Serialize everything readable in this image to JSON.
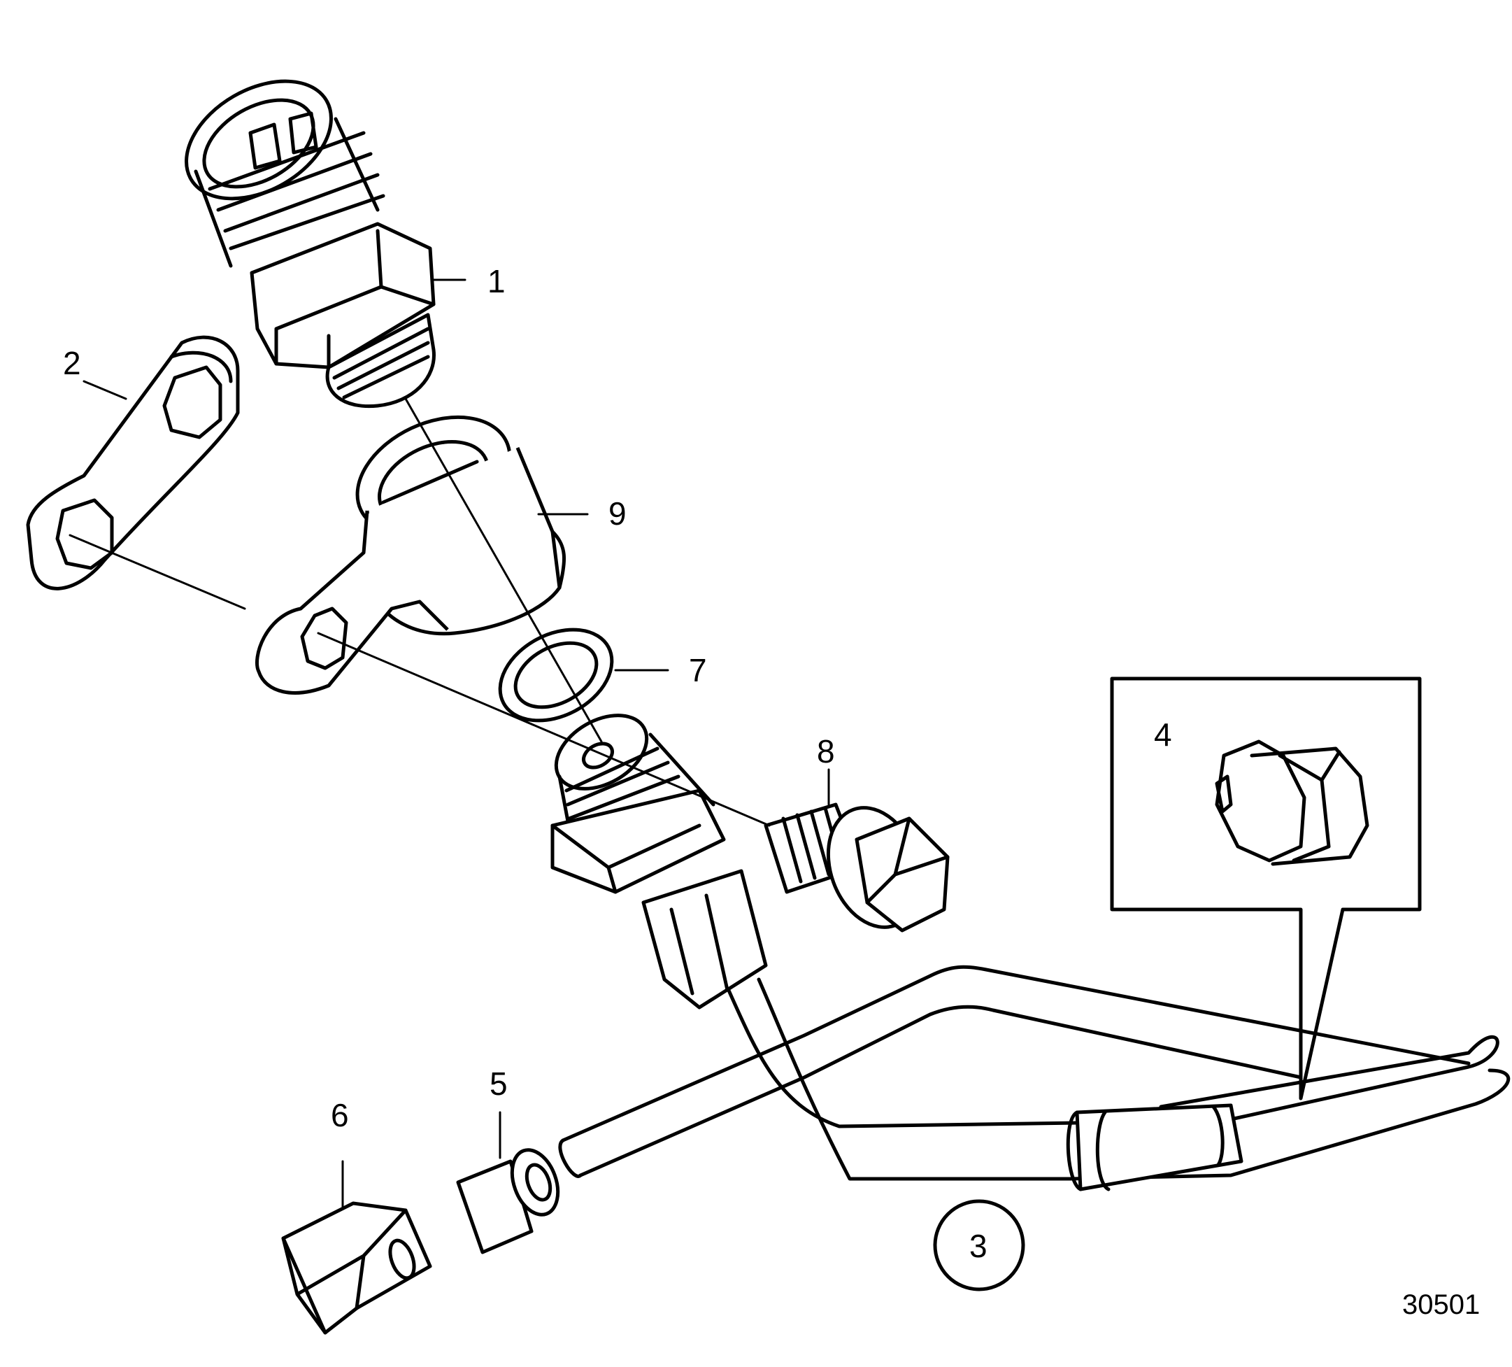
{
  "callouts": {
    "c1": "1",
    "c2": "2",
    "c3": "3",
    "c4": "4",
    "c5": "5",
    "c6": "6",
    "c7": "7",
    "c8": "8",
    "c9": "9"
  },
  "figure_code": "30501",
  "colors": {
    "line": "#000000",
    "background": "#ffffff"
  }
}
